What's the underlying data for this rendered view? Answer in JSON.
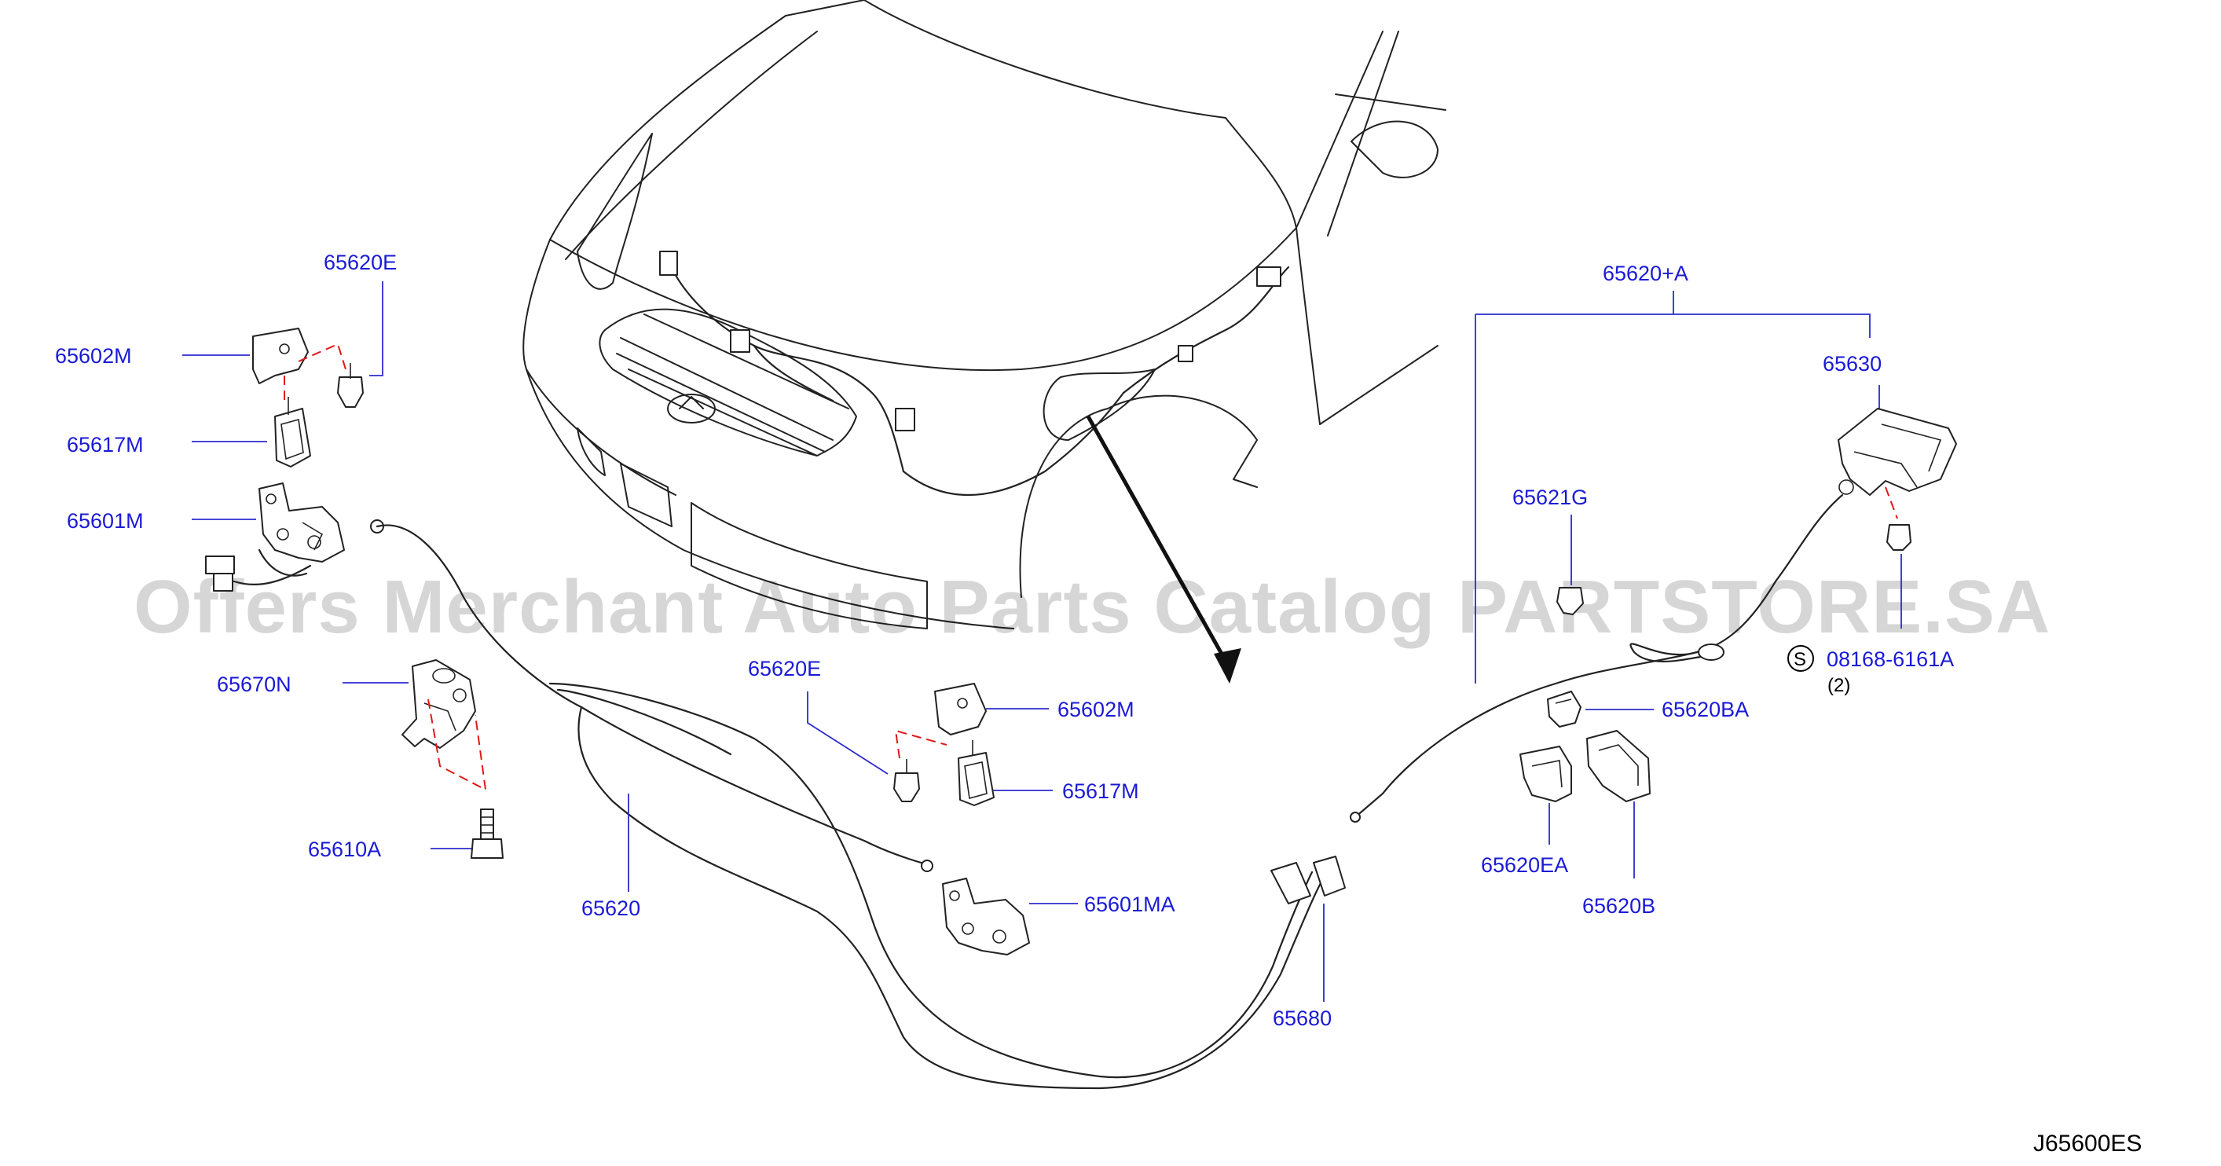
{
  "watermark": "Offers Merchant Auto Parts Catalog PARTSTORE.SA",
  "diagram_code": "J65600ES",
  "labels": {
    "p65620E_top": "65620E",
    "p65602M_left": "65602M",
    "p65617M_left": "65617M",
    "p65601M": "65601M",
    "p65670N": "65670N",
    "p65610A": "65610A",
    "p65620": "65620",
    "p65620E_mid": "65620E",
    "p65602M_mid": "65602M",
    "p65617M_mid": "65617M",
    "p65601MA": "65601MA",
    "p65680": "65680",
    "p65620A": "65620+A",
    "p65630": "65630",
    "p65621G": "65621G",
    "bolt_symbol": "S",
    "p08168": "08168-6161A",
    "p08168_qty": "(2)",
    "p65620BA": "65620BA",
    "p65620EA": "65620EA",
    "p65620B": "65620B"
  }
}
